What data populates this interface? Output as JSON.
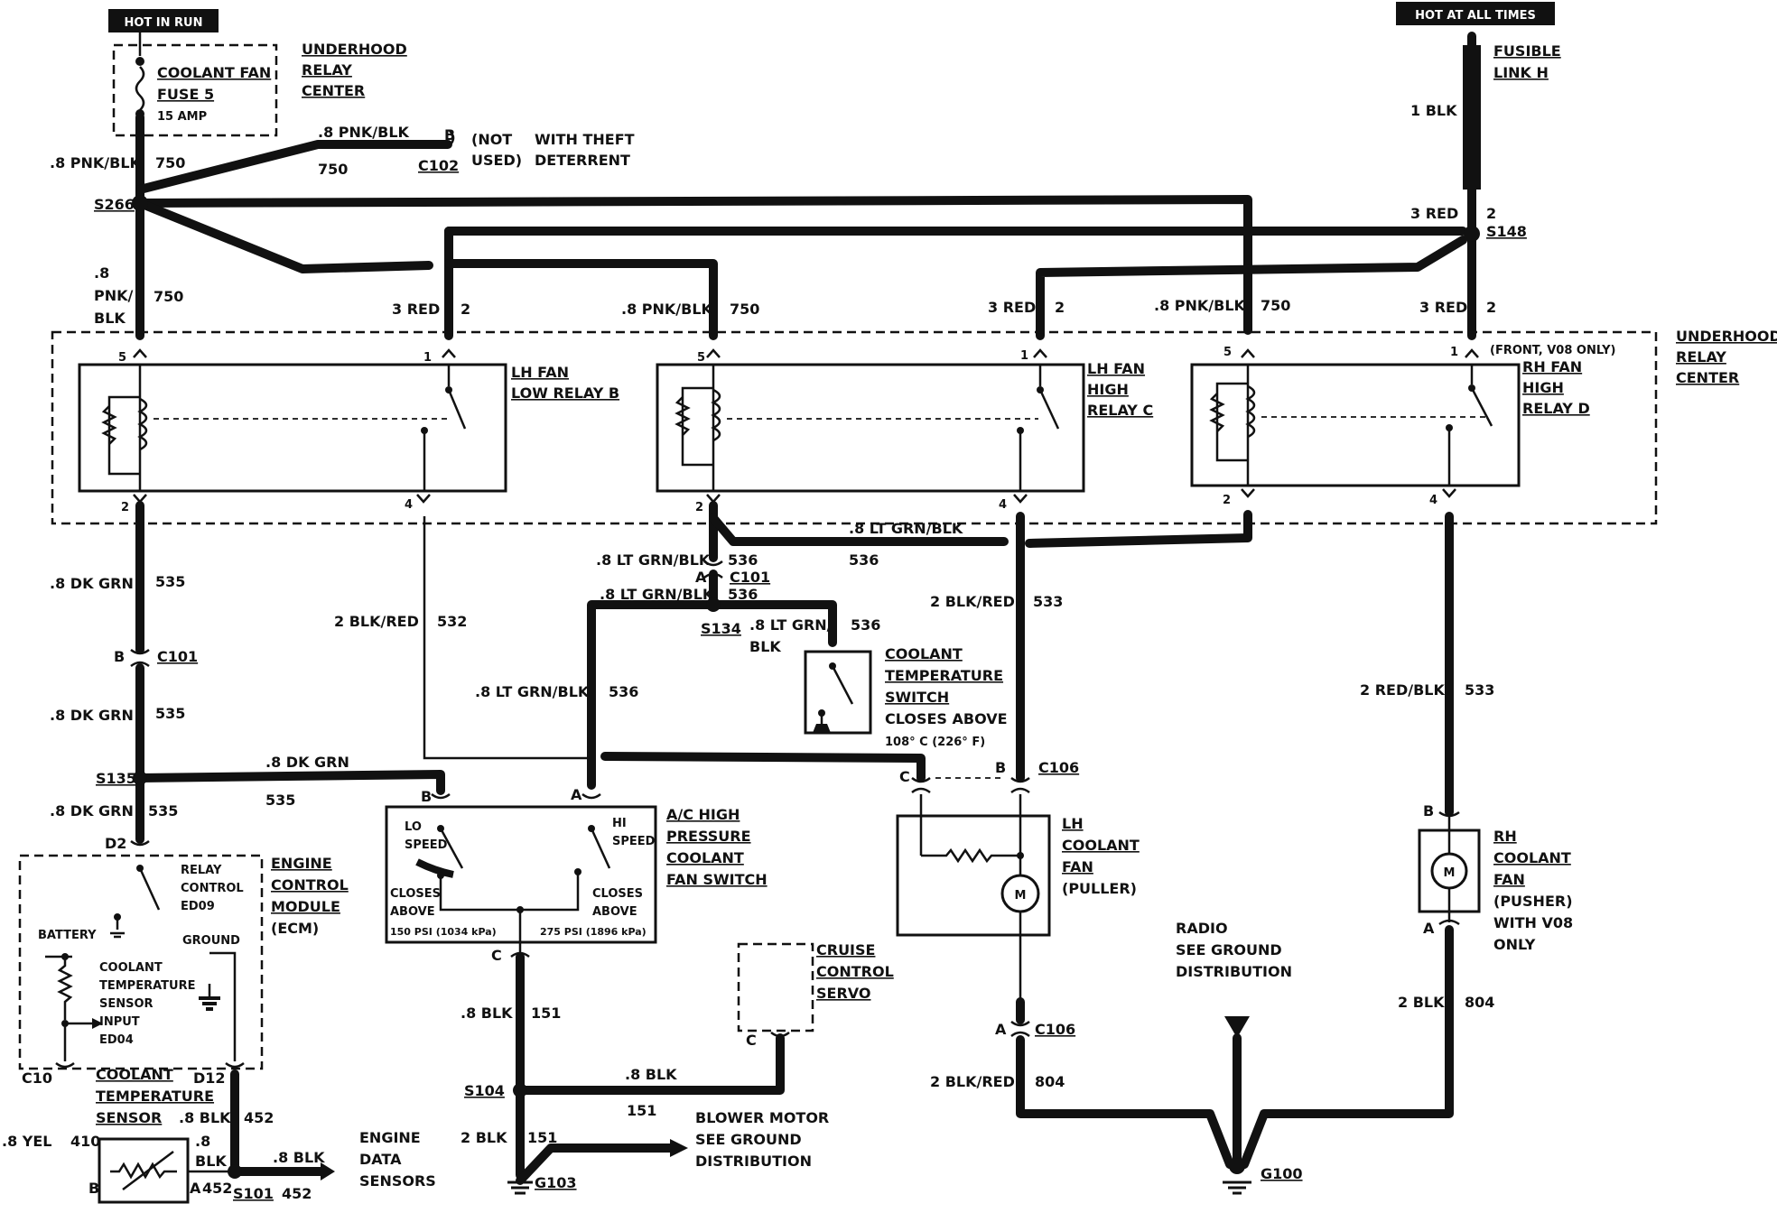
{
  "power": {
    "hot_in_run": "HOT IN RUN",
    "hot_at_all_times": "HOT AT ALL TIMES"
  },
  "fuse": {
    "line1": "COOLANT FAN",
    "line2": "FUSE 5",
    "rating": "15 AMP"
  },
  "underhood_top": [
    "UNDERHOOD",
    "RELAY",
    "CENTER"
  ],
  "underhood_right": [
    "UNDERHOOD",
    "RELAY",
    "CENTER"
  ],
  "fusible_link": [
    "FUSIBLE",
    "LINK H"
  ],
  "theft": {
    "pin": "B",
    "not_used": "(NOT",
    "used": "USED)",
    "with_theft": "WITH THEFT",
    "deterrent": "DETERRENT",
    "connector": "C102"
  },
  "wires": {
    "pnk_blk": ".8 PNK/BLK",
    "pnk": ".8",
    "pnk2": "PNK/",
    "blk": "BLK",
    "c750": "750",
    "red3": "3 RED",
    "red_circ": "2",
    "blk1": "1 BLK",
    "lt_grn_blk": ".8 LT GRN/BLK",
    "lt_grn_slash": ".8 LT GRN/",
    "c536": "536",
    "dk_grn": ".8 DK GRN",
    "c535": "535",
    "blk_red": "2 BLK/RED",
    "c532": "532",
    "c533": "533",
    "red_blk": "2 RED/BLK",
    "blk2": "2 BLK",
    "c804": "804",
    "blk8": ".8 BLK",
    "c151": "151",
    "c452": "452",
    "yel": ".8 YEL",
    "c410": "410",
    "a452": "452"
  },
  "splices": {
    "s266": "S266",
    "s148": "S148",
    "s134": "S134",
    "s135": "S135",
    "s104": "S104",
    "s101": "S101"
  },
  "connectors": {
    "c101": "C101",
    "c106": "C106",
    "g100": "G100",
    "g103": "G103",
    "pinA": "A",
    "pinB": "B",
    "pinC": "C",
    "d2": "D2",
    "d12": "D12",
    "c10": "C10"
  },
  "relays": [
    {
      "name": [
        "LH FAN",
        "LOW RELAY B"
      ],
      "pins": [
        "5",
        "1",
        "2",
        "4"
      ]
    },
    {
      "name": [
        "LH FAN",
        "HIGH",
        "RELAY C"
      ],
      "pins": [
        "5",
        "1",
        "2",
        "4"
      ]
    },
    {
      "name": [
        "RH FAN",
        "HIGH",
        "RELAY D"
      ],
      "pins": [
        "5",
        "1",
        "2",
        "4"
      ],
      "note": "(FRONT, V08 ONLY)"
    }
  ],
  "coolant_temp_switch": [
    "COOLANT",
    "TEMPERATURE",
    "SWITCH",
    "CLOSES ABOVE",
    "108° C (226° F)"
  ],
  "ac_switch": {
    "name": [
      "A/C HIGH",
      "PRESSURE",
      "COOLANT",
      "FAN SWITCH"
    ],
    "lo": [
      "LO",
      "SPEED"
    ],
    "hi": [
      "HI",
      "SPEED"
    ],
    "closes_lo": [
      "CLOSES",
      "ABOVE",
      "150 PSI (1034 kPa)"
    ],
    "closes_hi": [
      "CLOSES",
      "ABOVE",
      "275 PSI (1896 kPa)"
    ]
  },
  "lh_fan": [
    "LH",
    "COOLANT",
    "FAN",
    "(PULLER)"
  ],
  "rh_fan": [
    "RH",
    "COOLANT",
    "FAN",
    "(PUSHER)",
    "WITH V08",
    "ONLY"
  ],
  "ecm": {
    "name": [
      "ENGINE",
      "CONTROL",
      "MODULE",
      "(ECM)"
    ],
    "relay_control": [
      "RELAY",
      "CONTROL",
      "ED09"
    ],
    "battery": "BATTERY",
    "ground": "GROUND",
    "sensor_input": [
      "COOLANT",
      "TEMPERATURE",
      "SENSOR",
      "INPUT",
      "ED04"
    ]
  },
  "coolant_sensor": [
    "COOLANT",
    "TEMPERATURE",
    "SENSOR"
  ],
  "engine_data": [
    "ENGINE",
    "DATA",
    "SENSORS"
  ],
  "cruise": [
    "CRUISE",
    "CONTROL",
    "SERVO"
  ],
  "blower": [
    "BLOWER MOTOR",
    "SEE GROUND",
    "DISTRIBUTION"
  ],
  "radio": [
    "RADIO",
    "SEE GROUND",
    "DISTRIBUTION"
  ],
  "motor_symbol": "M"
}
